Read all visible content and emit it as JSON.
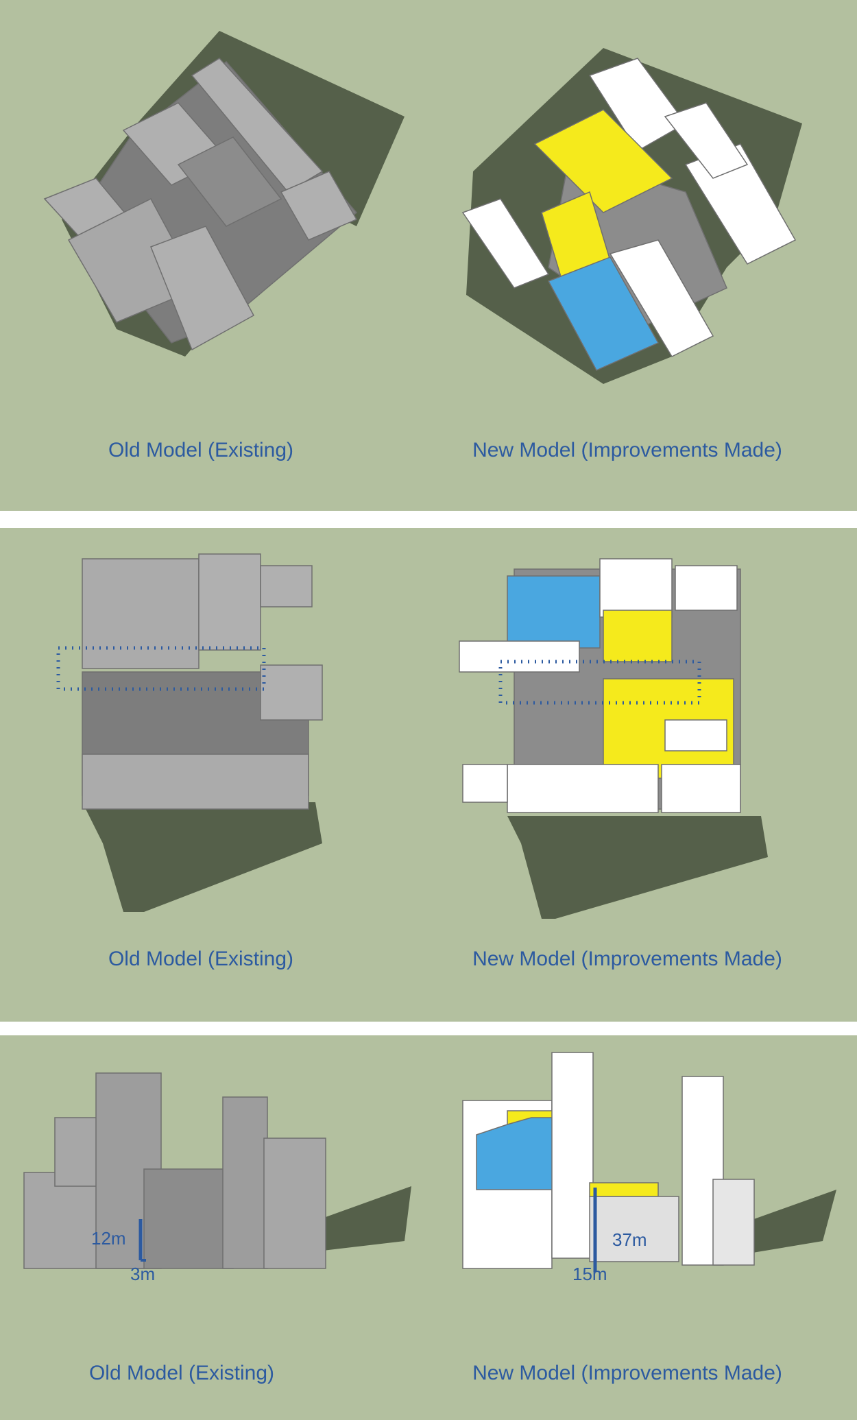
{
  "panels": [
    {
      "left_caption": "Old Model (Existing)",
      "right_caption": "New Model (Improvements Made)"
    },
    {
      "left_caption": "Old Model (Existing)",
      "right_caption": "New Model (Improvements Made)"
    },
    {
      "left_caption": "Old Model (Existing)",
      "right_caption": "New Model (Improvements Made)"
    }
  ],
  "dimensions": {
    "old_height": "12m",
    "old_width": "3m",
    "new_height": "37m",
    "new_width": "15m"
  },
  "colors": {
    "background": "#b3c09f",
    "shadow": "#55604a",
    "existing_building": "#a7a7a7",
    "new_building": "#ffffff",
    "highlight_yellow": "#f5ea1c",
    "highlight_blue": "#4aa7e0",
    "annotation_blue": "#2c5aa0"
  }
}
